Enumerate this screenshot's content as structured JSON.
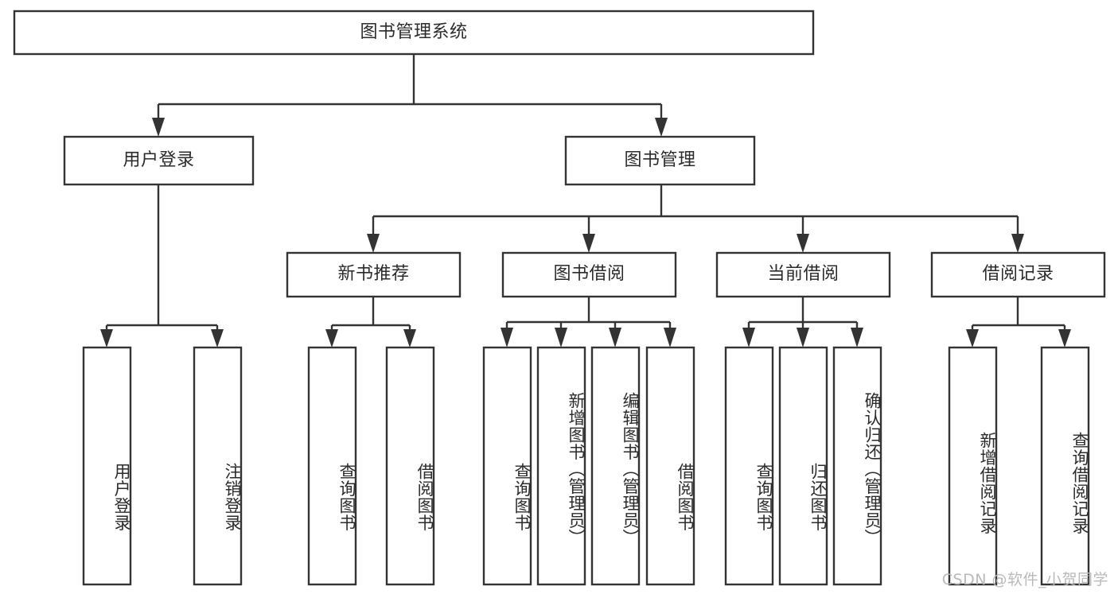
{
  "diagram": {
    "title": "图书管理系统",
    "type": "hierarchy-tree",
    "watermark": "CSDN @软件_小贺同学",
    "colors": {
      "box_stroke": "#333333",
      "box_fill": "#ffffff",
      "text": "#2b2b2b",
      "watermark": "#b9b9b9",
      "background": "#ffffff"
    },
    "levels": {
      "root": {
        "label": "图书管理系统"
      },
      "level2": [
        {
          "id": "user-login",
          "label": "用户登录"
        },
        {
          "id": "book-manage",
          "label": "图书管理"
        }
      ],
      "level3": [
        {
          "id": "new-book-recommend",
          "label": "新书推荐",
          "parent": "book-manage"
        },
        {
          "id": "book-borrow",
          "label": "图书借阅",
          "parent": "book-manage"
        },
        {
          "id": "current-borrow",
          "label": "当前借阅",
          "parent": "book-manage"
        },
        {
          "id": "borrow-record",
          "label": "借阅记录",
          "parent": "book-manage"
        }
      ],
      "leaves": [
        {
          "id": "leaf-user-login",
          "label": "用户登录",
          "parent": "user-login"
        },
        {
          "id": "leaf-logout-login",
          "label": "注销登录",
          "parent": "user-login"
        },
        {
          "id": "leaf-query-book-1",
          "label": "查询图书",
          "parent": "new-book-recommend"
        },
        {
          "id": "leaf-borrow-book-1",
          "label": "借阅图书",
          "parent": "new-book-recommend"
        },
        {
          "id": "leaf-query-book-2",
          "label": "查询图书",
          "parent": "book-borrow"
        },
        {
          "id": "leaf-add-book",
          "label": "新增图书（管理员）",
          "parent": "book-borrow"
        },
        {
          "id": "leaf-edit-book",
          "label": "编辑图书（管理员）",
          "parent": "book-borrow"
        },
        {
          "id": "leaf-borrow-book-2",
          "label": "借阅图书",
          "parent": "book-borrow"
        },
        {
          "id": "leaf-query-book-3",
          "label": "查询图书",
          "parent": "current-borrow"
        },
        {
          "id": "leaf-return-book",
          "label": "归还图书",
          "parent": "current-borrow"
        },
        {
          "id": "leaf-confirm-return",
          "label": "确认归还（管理员）",
          "parent": "current-borrow"
        },
        {
          "id": "leaf-add-record",
          "label": "新增借阅记录",
          "parent": "borrow-record"
        },
        {
          "id": "leaf-query-record",
          "label": "查询借阅记录",
          "parent": "borrow-record"
        }
      ]
    }
  }
}
